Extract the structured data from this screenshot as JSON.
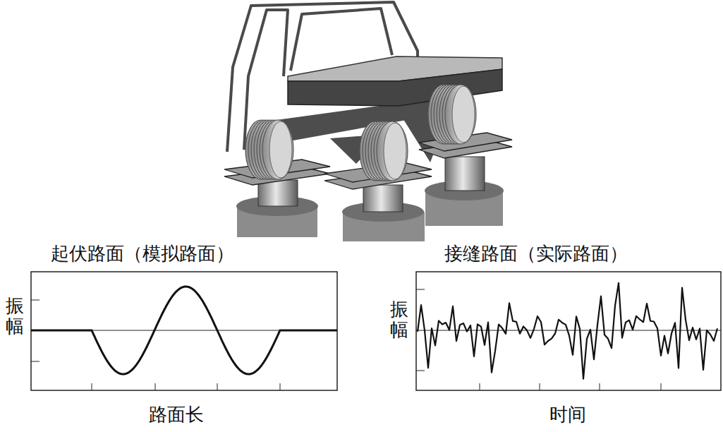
{
  "diagram": {
    "labels": [
      "起伏路面（模拟路面）",
      "振幅",
      "路面长",
      "接缝路面（实际路面）",
      "振幅",
      "时间"
    ]
  }
}
